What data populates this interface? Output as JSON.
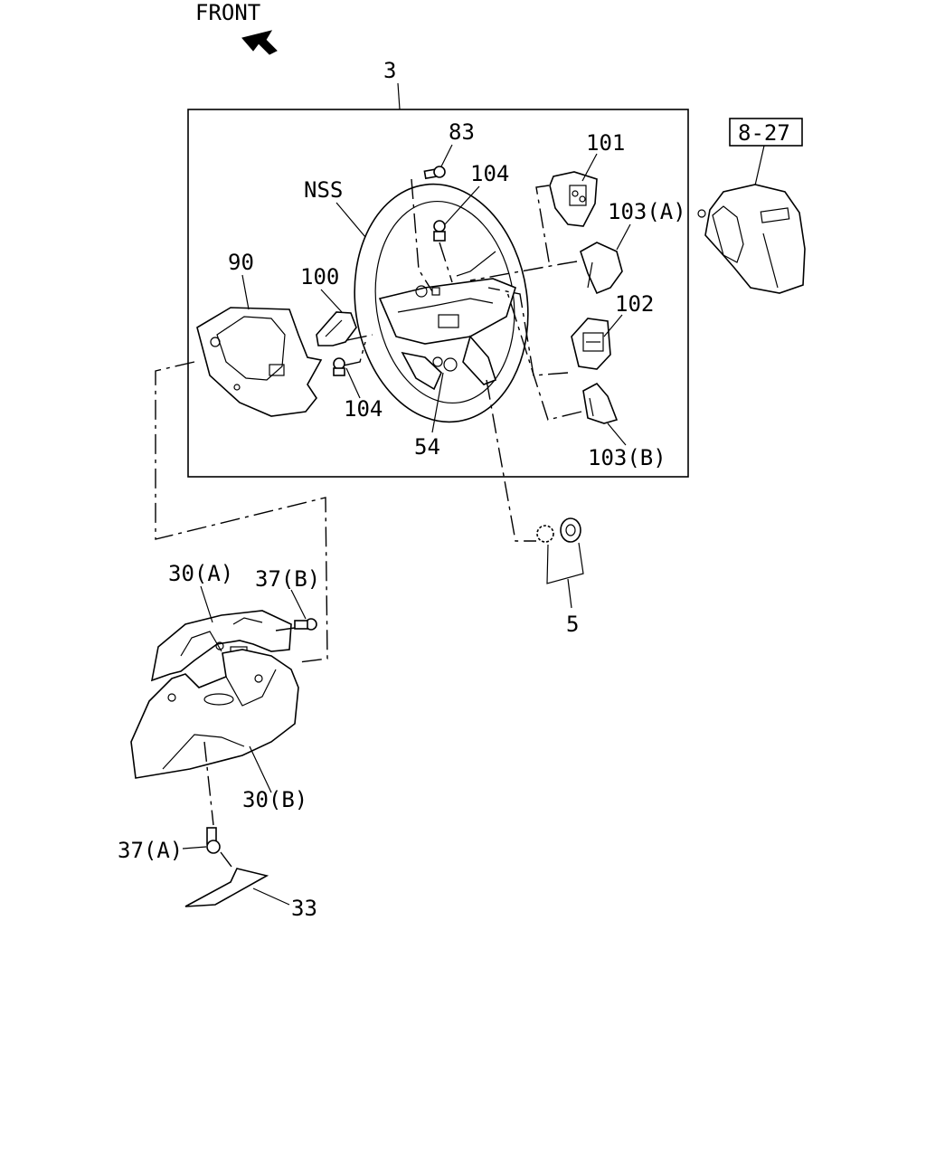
{
  "front_label": "FRONT",
  "reference_box": "8-27",
  "labels": {
    "l3": "3",
    "l83": "83",
    "l104_top": "104",
    "l101": "101",
    "lNSS": "NSS",
    "l103a": "103(A)",
    "l90": "90",
    "l100": "100",
    "l102": "102",
    "l104_bottom": "104",
    "l54": "54",
    "l103b": "103(B)",
    "l5": "5",
    "l30a": "30(A)",
    "l37b": "37(B)",
    "l30b": "30(B)",
    "l37a": "37(A)",
    "l33": "33"
  },
  "icons": {
    "front_arrow": "front-arrow-icon"
  }
}
